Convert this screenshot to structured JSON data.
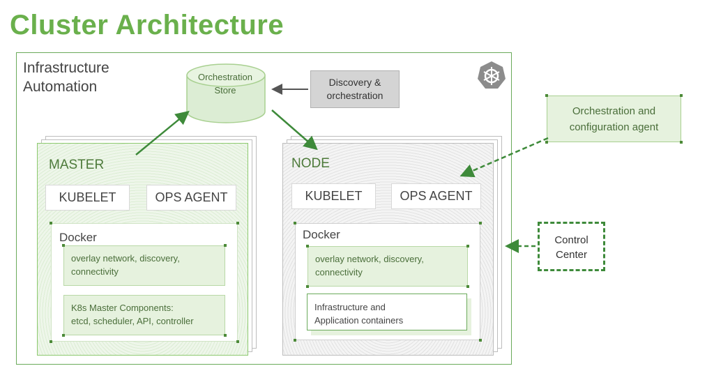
{
  "title": "Cluster Architecture",
  "frame": {
    "label": "Infrastructure Automation",
    "line1": "Infrastructure",
    "line2": "Automation"
  },
  "store": {
    "line1": "Orchestration",
    "line2": "Store"
  },
  "discovery": {
    "line1": "Discovery &",
    "line2": "orchestration"
  },
  "agent_callout": {
    "line1": "Orchestration and",
    "line2": "configuration agent"
  },
  "control_center": {
    "line1": "Control",
    "line2": "Center"
  },
  "master": {
    "label": "MASTER",
    "kubelet": "KUBELET",
    "ops_agent": "OPS AGENT",
    "docker": "Docker",
    "box1_line1": "overlay network, discovery,",
    "box1_line2": "connectivity",
    "box2_line1": "K8s Master Components:",
    "box2_line2": "etcd, scheduler, API, controller"
  },
  "node": {
    "label": "NODE",
    "kubelet": "KUBELET",
    "ops_agent": "OPS AGENT",
    "docker": "Docker",
    "box1_line1": "overlay network, discovery,",
    "box1_line2": "connectivity",
    "box2_line1": "Infrastructure and",
    "box2_line2": "Application containers"
  },
  "icons": {
    "logo": "kubernetes-logo-icon"
  },
  "colors": {
    "accent": "#6ab04c",
    "dark_green": "#3e8a3a",
    "light_green_fill": "#e6f2de",
    "grey_fill": "#d4d4d4"
  }
}
